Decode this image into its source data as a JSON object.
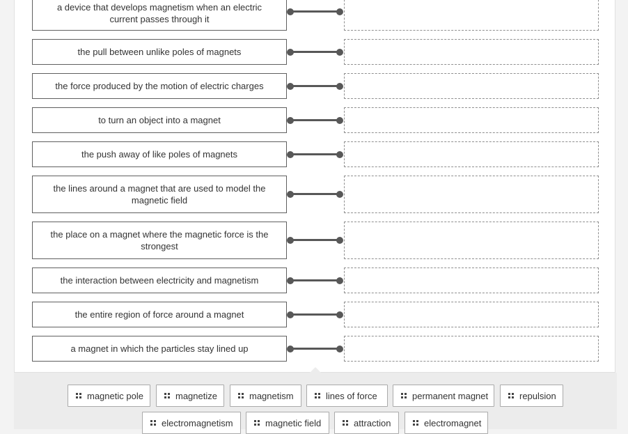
{
  "matching": {
    "definitions": [
      "a device that develops magnetism when an electric current passes through it",
      "the pull between unlike poles of magnets",
      "the force produced by the motion of electric charges",
      "to turn an object into a magnet",
      "the push away of like poles of magnets",
      "the lines around a magnet that are used to model the magnetic field",
      "the place on a magnet where the magnetic force is the strongest",
      "the interaction between electricity and magnetism",
      "the entire region of force around a magnet",
      "a magnet in which the particles stay lined up"
    ]
  },
  "word_bank": {
    "options": [
      "magnetic pole",
      "magnetize",
      "magnetism",
      "lines of force",
      "permanent magnet",
      "repulsion",
      "electromagnetism",
      "magnetic field",
      "attraction",
      "electromagnet"
    ]
  },
  "colors": {
    "connector": "#585858",
    "bank_background": "#ececec",
    "term_border": "#5f5f5f"
  }
}
